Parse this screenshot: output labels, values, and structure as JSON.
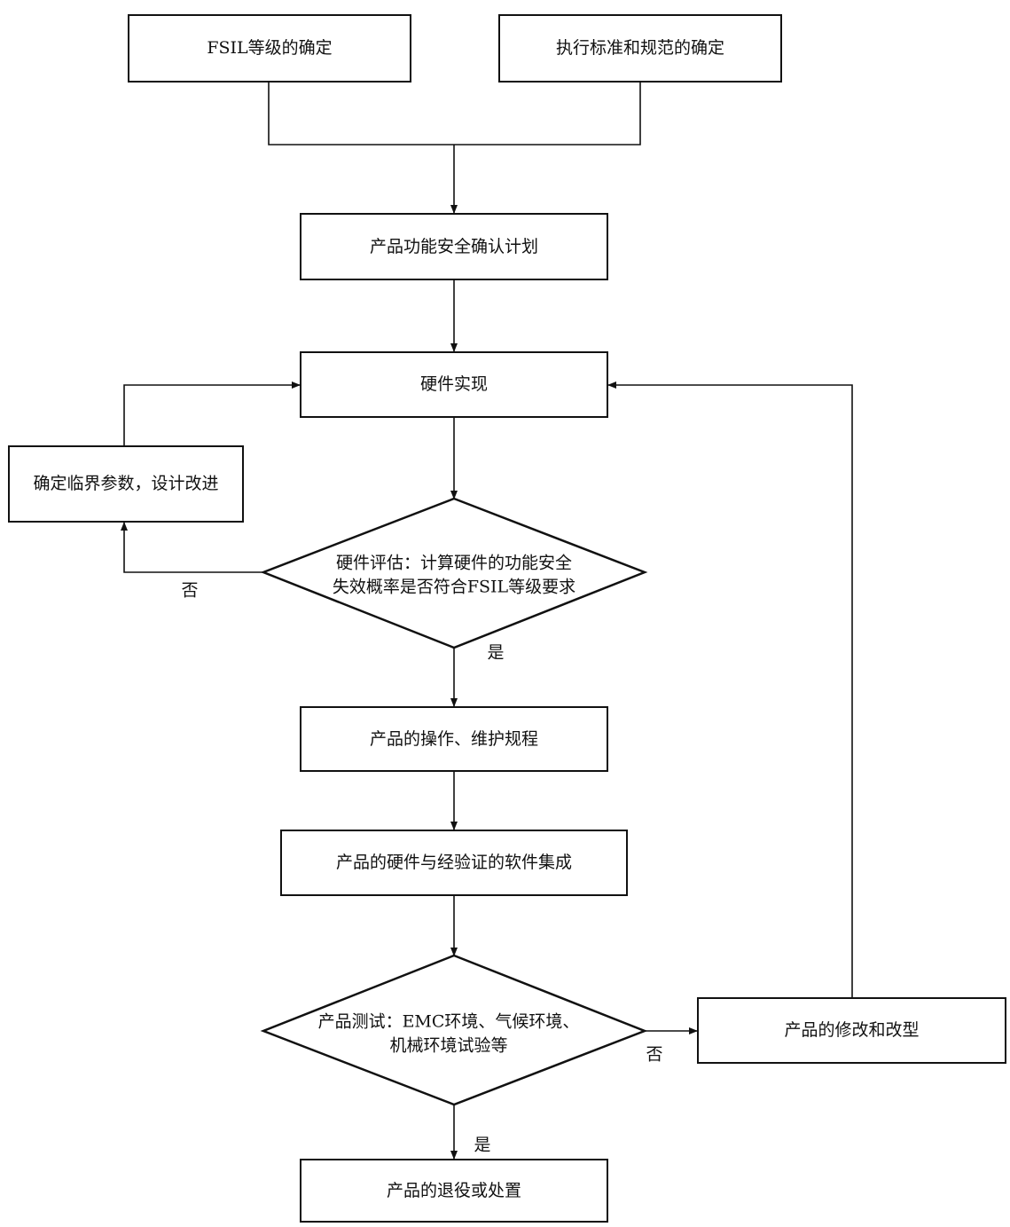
{
  "nodes": {
    "fsil": "FSIL等级的确定",
    "standards": "执行标准和规范的确定",
    "plan": "产品功能安全确认计划",
    "hw_impl": "硬件实现",
    "critical": "确定临界参数，设计改进",
    "hw_eval_line1": "硬件评估：计算硬件的功能安全",
    "hw_eval_line2": "失效概率是否符合FSIL等级要求",
    "ops": "产品的操作、维护规程",
    "integrate": "产品的硬件与经验证的软件集成",
    "test_line1": "产品测试：EMC环境、气候环境、",
    "test_line2": "机械环境试验等",
    "modify": "产品的修改和改型",
    "retire": "产品的退役或处置"
  },
  "labels": {
    "eval_no": "否",
    "eval_yes": "是",
    "test_no": "否",
    "test_yes": "是"
  }
}
